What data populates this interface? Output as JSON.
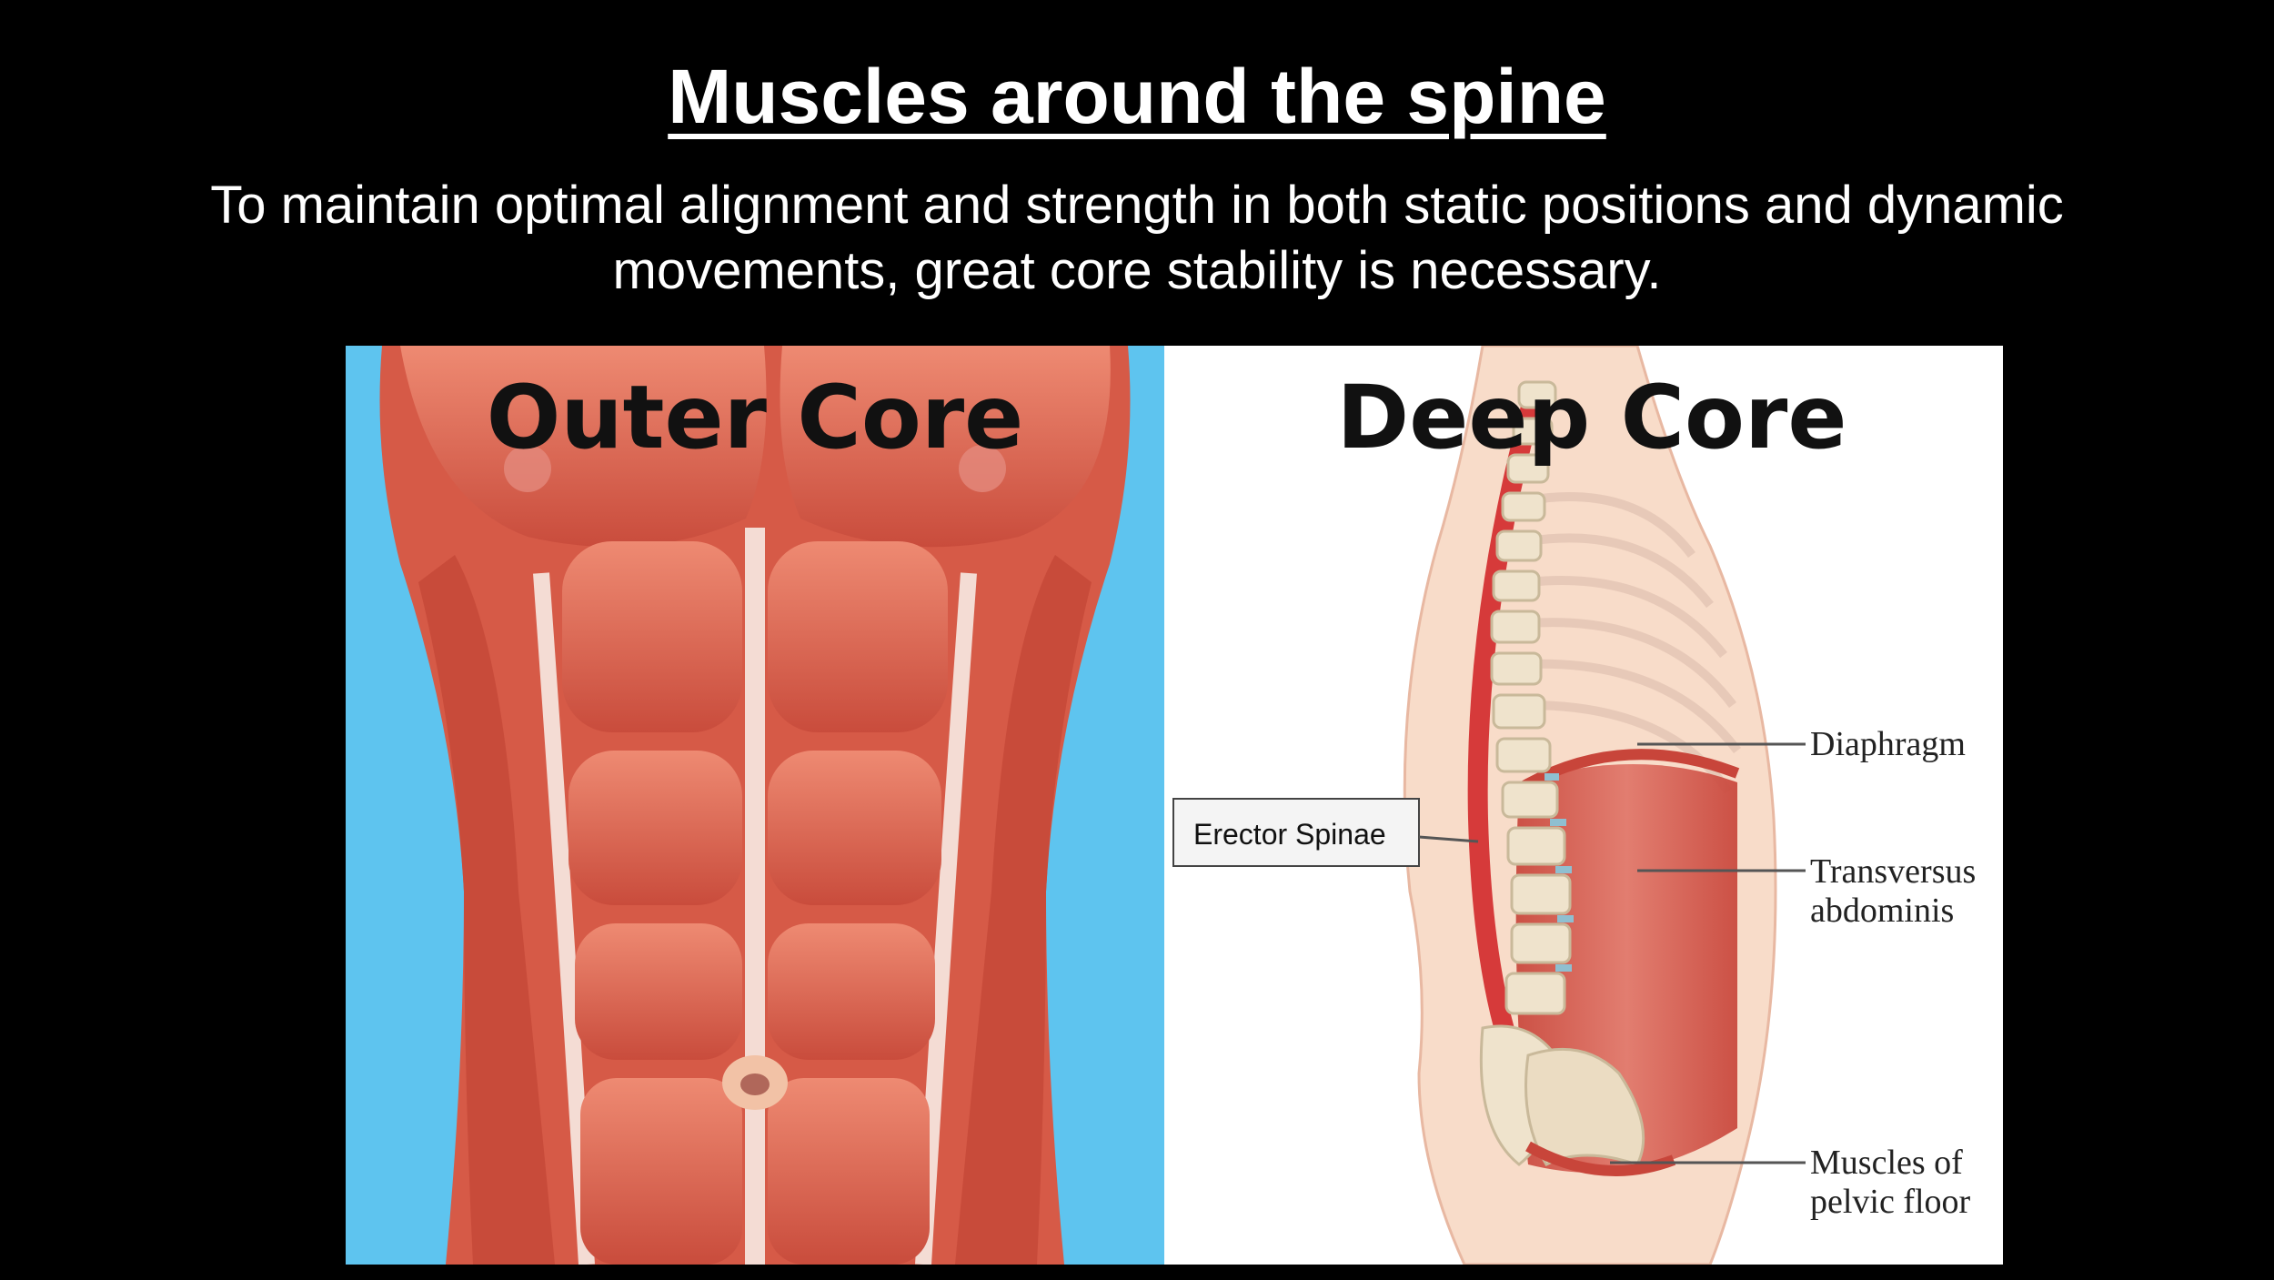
{
  "slide": {
    "title": "Muscles around the spine",
    "subtitle": "To maintain optimal alignment and strength in both static positions and dynamic movements, great core stability is necessary."
  },
  "outer_core": {
    "heading": "Outer Core"
  },
  "deep_core": {
    "heading": "Deep Core",
    "labels": {
      "erector_spinae": "Erector Spinae",
      "diaphragm": "Diaphragm",
      "transversus_line1": "Transversus",
      "transversus_line2": "abdominis",
      "pelvic_line1": "Muscles of",
      "pelvic_line2": "pelvic floor"
    }
  },
  "colors": {
    "background": "#000000",
    "muscle": "#d9614f",
    "muscle_light": "#ee9a82",
    "sky": "#5ec4ef",
    "skin": "#f8dcc9",
    "text": "#ffffff"
  }
}
